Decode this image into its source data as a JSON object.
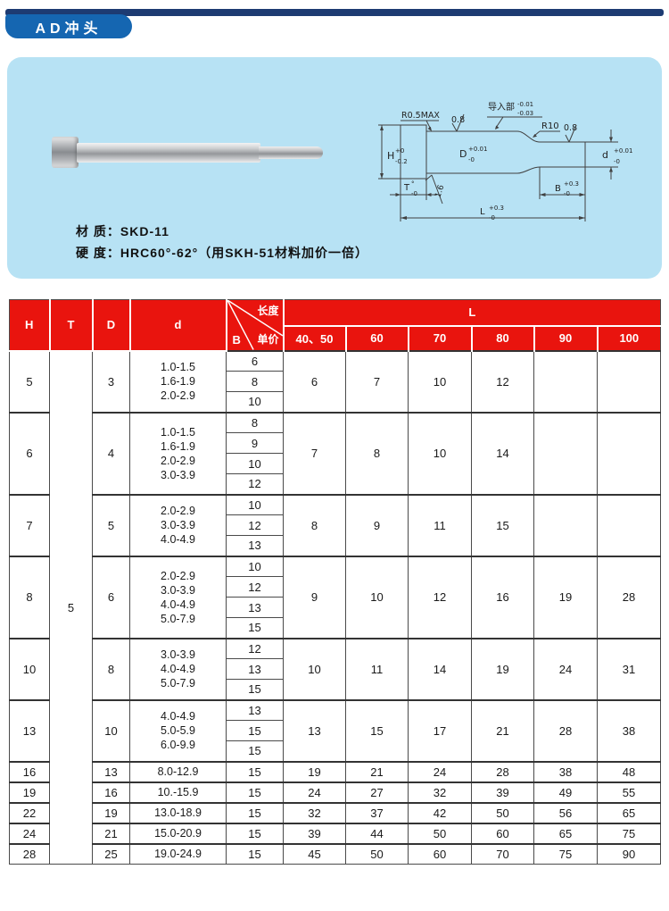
{
  "page": {
    "tab_title": "AD冲头"
  },
  "info": {
    "material": "材 质：SKD-11",
    "hardness": "硬 度：HRC60°-62°（用SKH-51材料加价一倍）"
  },
  "colors": {
    "accent_red": "#e9140e",
    "cell_blue": "#a7daf3",
    "panel_blue": "#b7e2f4",
    "tab_blue": "#1566b1",
    "bar_navy": "#1d3b72"
  },
  "drawing": {
    "r05max": "R0.5MAX",
    "rough_body": "0.8",
    "rough_tip": "0.8",
    "rough_angle": "1.6",
    "lead_in": {
      "label": "导入部",
      "sup": "-0.01",
      "sub": "-0.03"
    },
    "r10": "R10",
    "h": {
      "main": "H",
      "sup": "+0",
      "sub": "-0.2"
    },
    "d_big": {
      "main": "D",
      "sup": "+0.01",
      "sub": "-0"
    },
    "d_small": {
      "main": "d",
      "sup": "+0.01",
      "sub": "-0"
    },
    "t": {
      "main": "T",
      "sup": "°",
      "sub": "-0"
    },
    "b": {
      "main": "B",
      "sup": "+0.3",
      "sub": "-0"
    },
    "l": {
      "main": "L",
      "sup": "+0.3",
      "sub": "-0"
    }
  },
  "table": {
    "header": {
      "h": "H",
      "t": "T",
      "d_col": "D",
      "d_small": "d",
      "diag": {
        "top": "长度",
        "left": "B",
        "right": "单价"
      },
      "l_label": "L",
      "l_cols": [
        "40、50",
        "60",
        "70",
        "80",
        "90",
        "100"
      ]
    },
    "t_value": "5",
    "groups": [
      {
        "h": "5",
        "dcol": "3",
        "d": [
          "1.0-1.5",
          "1.6-1.9",
          "2.0-2.9"
        ],
        "b": [
          "6",
          "8",
          "10"
        ],
        "l": [
          "6",
          "7",
          "10",
          "12",
          "",
          ""
        ]
      },
      {
        "h": "6",
        "dcol": "4",
        "d": [
          "1.0-1.5",
          "1.6-1.9",
          "2.0-2.9",
          "3.0-3.9"
        ],
        "b": [
          "8",
          "9",
          "10",
          "12"
        ],
        "l": [
          "7",
          "8",
          "10",
          "14",
          "",
          ""
        ]
      },
      {
        "h": "7",
        "dcol": "5",
        "d": [
          "2.0-2.9",
          "3.0-3.9",
          "4.0-4.9"
        ],
        "b": [
          "10",
          "12",
          "13"
        ],
        "l": [
          "8",
          "9",
          "11",
          "15",
          "",
          ""
        ]
      },
      {
        "h": "8",
        "dcol": "6",
        "d": [
          "2.0-2.9",
          "3.0-3.9",
          "4.0-4.9",
          "5.0-7.9"
        ],
        "b": [
          "10",
          "12",
          "13",
          "15"
        ],
        "l": [
          "9",
          "10",
          "12",
          "16",
          "19",
          "28"
        ]
      },
      {
        "h": "10",
        "dcol": "8",
        "d": [
          "3.0-3.9",
          "4.0-4.9",
          "5.0-7.9"
        ],
        "b": [
          "12",
          "13",
          "15"
        ],
        "l": [
          "10",
          "11",
          "14",
          "19",
          "24",
          "31"
        ]
      },
      {
        "h": "13",
        "dcol": "10",
        "d": [
          "4.0-4.9",
          "5.0-5.9",
          "6.0-9.9"
        ],
        "b": [
          "13",
          "15",
          "15"
        ],
        "l": [
          "13",
          "15",
          "17",
          "21",
          "28",
          "38"
        ]
      },
      {
        "h": "16",
        "dcol": "13",
        "d": [
          "8.0-12.9"
        ],
        "b": [
          "15"
        ],
        "l": [
          "19",
          "21",
          "24",
          "28",
          "38",
          "48"
        ]
      },
      {
        "h": "19",
        "dcol": "16",
        "d": [
          "10.-15.9"
        ],
        "b": [
          "15"
        ],
        "l": [
          "24",
          "27",
          "32",
          "39",
          "49",
          "55"
        ]
      },
      {
        "h": "22",
        "dcol": "19",
        "d": [
          "13.0-18.9"
        ],
        "b": [
          "15"
        ],
        "l": [
          "32",
          "37",
          "42",
          "50",
          "56",
          "65"
        ]
      },
      {
        "h": "24",
        "dcol": "21",
        "d": [
          "15.0-20.9"
        ],
        "b": [
          "15"
        ],
        "l": [
          "39",
          "44",
          "50",
          "60",
          "65",
          "75"
        ]
      },
      {
        "h": "28",
        "dcol": "25",
        "d": [
          "19.0-24.9"
        ],
        "b": [
          "15"
        ],
        "l": [
          "45",
          "50",
          "60",
          "70",
          "75",
          "90"
        ]
      }
    ]
  }
}
